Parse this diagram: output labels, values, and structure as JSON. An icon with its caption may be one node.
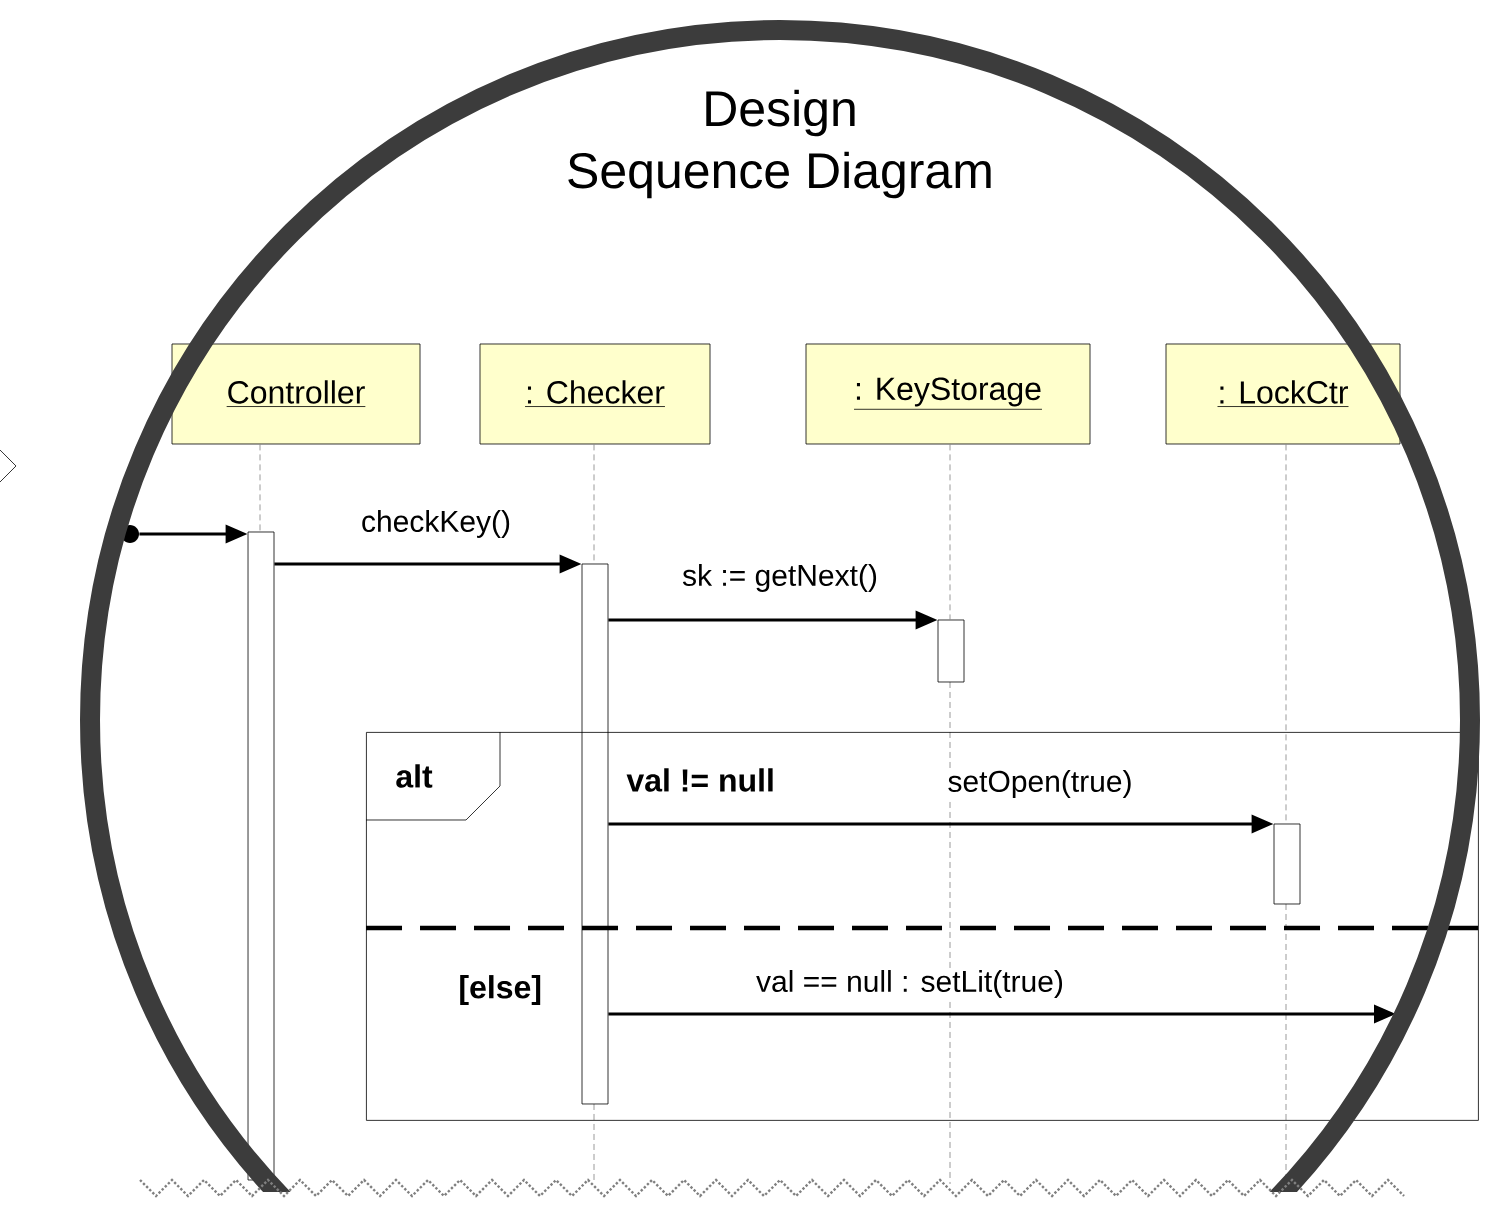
{
  "diagram": {
    "title": "Design Sequence Diagram",
    "nodes": [
      {
        "text": [
          "Controller"
        ]
      },
      {
        "text": [
          ": Checker"
        ]
      },
      {
        "text": [
          ": KeyStorage"
        ]
      },
      {
        "text": [
          ": LockCtr"
        ]
      },
      {
        "text": [],
        "shape": "bar"
      },
      {
        "text": [],
        "shape": "bar"
      },
      {
        "text": [],
        "shape": "bar"
      },
      {
        "text": [],
        "shape": "bar",
        "in": 9
      },
      {
        "text": [],
        "shape": "circle"
      },
      {
        "text": [
          "alt"
        ]
      }
    ],
    "edges": [
      {
        "from": 8,
        "to": 4,
        "arrow": "to"
      },
      {
        "from": 4,
        "to": 5,
        "arrow": "to",
        "label": "checkKey()"
      },
      {
        "from": 5,
        "to": 6,
        "arrow": "to",
        "label": "sk := getNext()"
      },
      {
        "from": 5,
        "to": 7,
        "arrow": "to",
        "label": "setOpen(true)"
      },
      {
        "from": 5,
        "to": null,
        "arrow": "to",
        "label": "val == null : setLit(true)"
      },
      {
        "from": 0,
        "to": 4,
        "arrow": "none",
        "style": "dashed",
        "color": "#808080"
      },
      {
        "from": 1,
        "to": 5,
        "arrow": "none",
        "style": "dashed",
        "color": "#808080"
      },
      {
        "from": 2,
        "to": 6,
        "arrow": "none",
        "style": "dashed",
        "color": "#808080"
      },
      {
        "from": 3,
        "to": 7,
        "arrow": "none",
        "style": "dashed",
        "color": "#808080"
      }
    ],
    "labels": [
      "val != null",
      "[else]"
    ]
  }
}
